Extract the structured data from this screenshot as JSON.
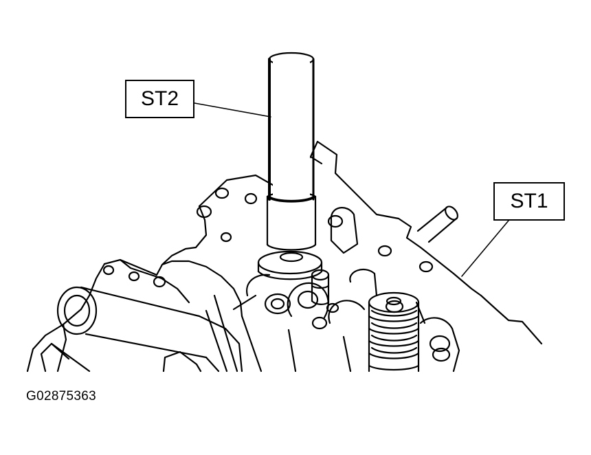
{
  "callouts": {
    "st2": "ST2",
    "st1": "ST1"
  },
  "figure_code": "G02875363",
  "colors": {
    "ink": "#000000",
    "paper": "#ffffff"
  }
}
